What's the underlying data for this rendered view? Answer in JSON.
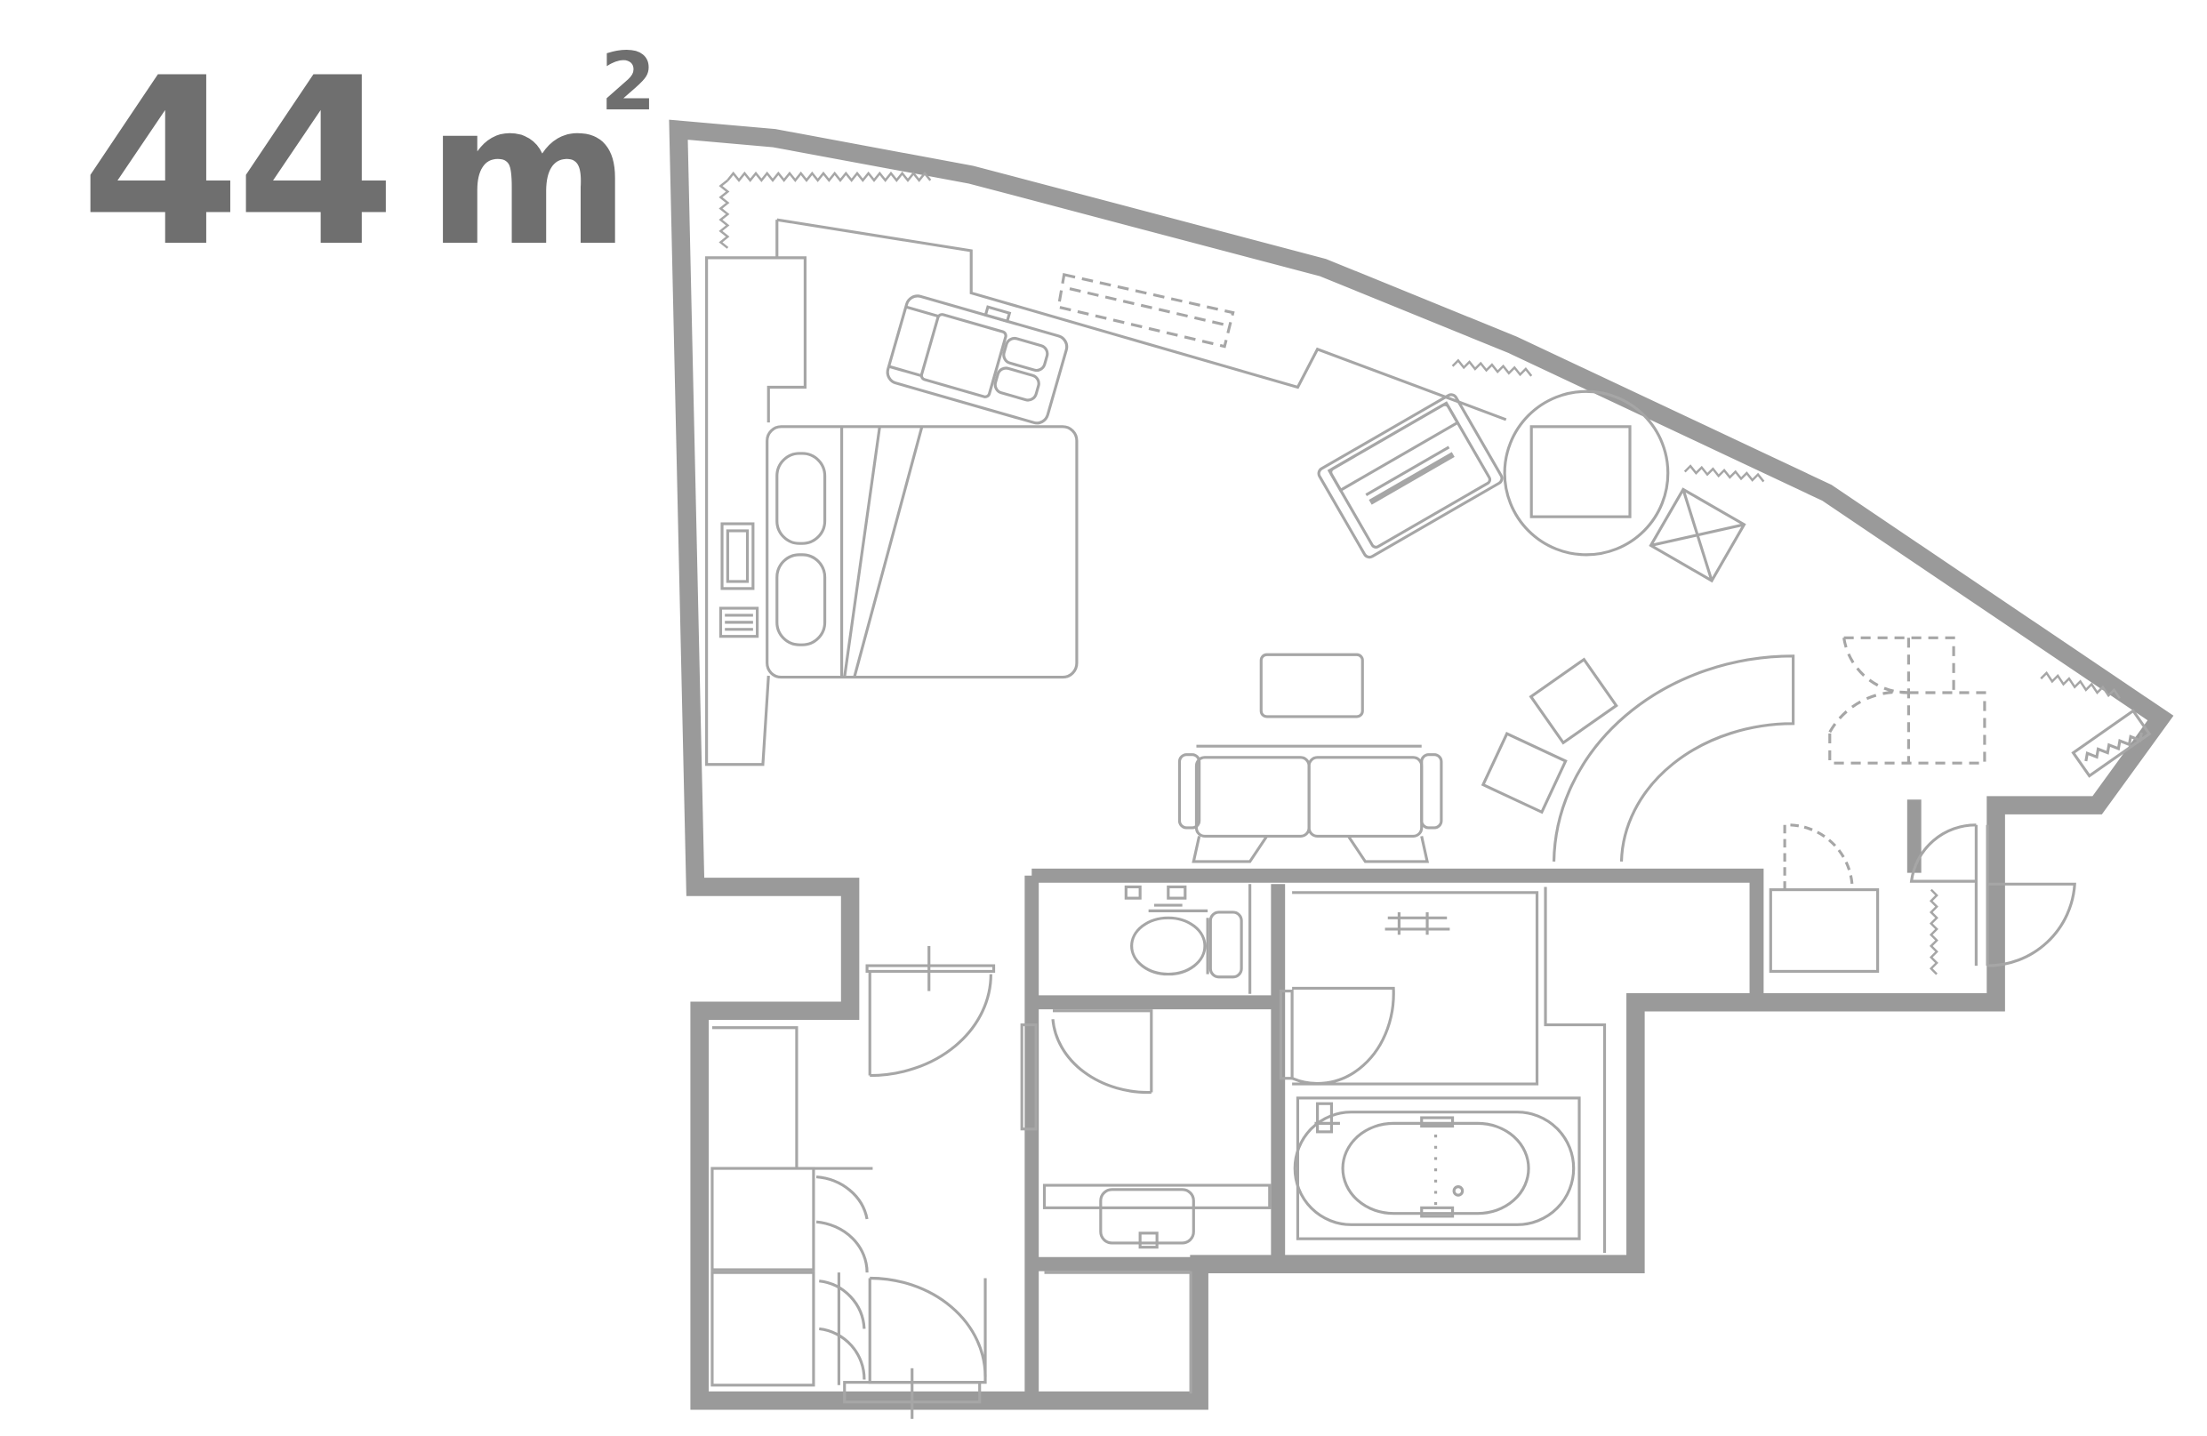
{
  "area_label": {
    "value": "44",
    "unit": "m",
    "superscript": "2"
  },
  "colors": {
    "wall": "#9a9a9a",
    "line": "#a6a6a6",
    "text": "#6f6f6f",
    "background": "#ffffff"
  }
}
